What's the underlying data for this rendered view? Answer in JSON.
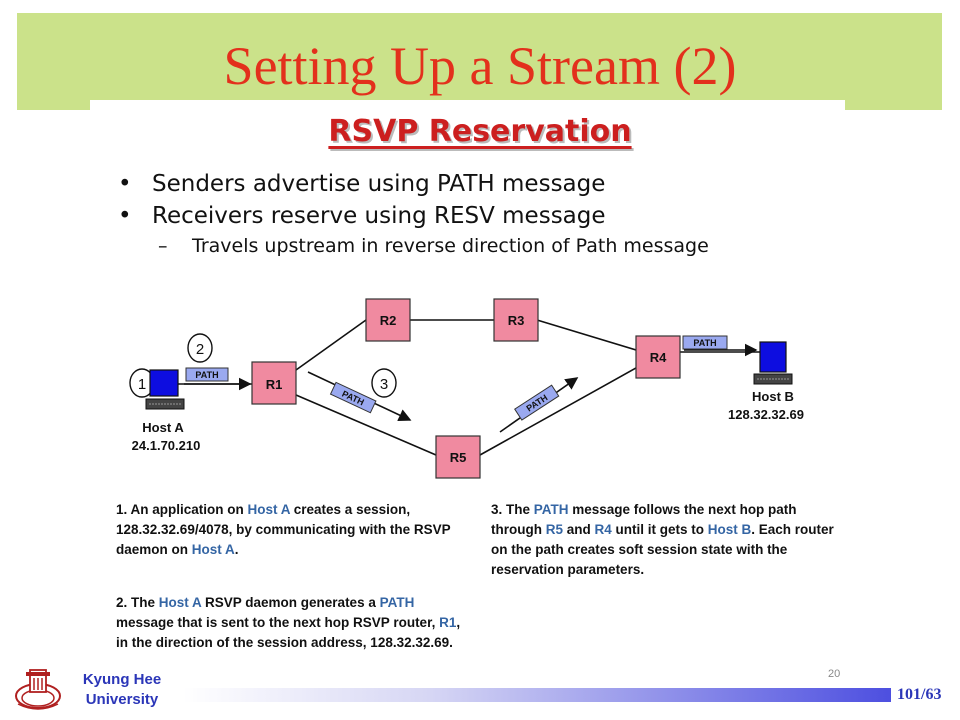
{
  "slide": {
    "title": "Setting Up a Stream (2)",
    "subtitle": "RSVP Reservation",
    "bullets": [
      "Senders advertise using PATH message",
      "Receivers reserve using RESV message"
    ],
    "sub_bullet": "Travels upstream in reverse direction of Path message"
  },
  "diagram": {
    "routers": [
      "R1",
      "R2",
      "R3",
      "R4",
      "R5"
    ],
    "path_label": "PATH",
    "host_a": {
      "name": "Host A",
      "ip": "24.1.70.210"
    },
    "host_b": {
      "name": "Host B",
      "ip": "128.32.32.69"
    },
    "markers": [
      "1",
      "2",
      "3"
    ],
    "colors": {
      "router": "#f08aa0",
      "path_label": "#9aa9f0",
      "screen": "#0d0de0"
    }
  },
  "steps": {
    "s1": {
      "a": "1. An application on ",
      "b": "Host A",
      "c": " creates a session, 128.32.32.69/4078, by communicating with the RSVP daemon on ",
      "d": "Host A",
      "e": "."
    },
    "s2": {
      "a": "2. The ",
      "b": "Host A",
      "c": " RSVP daemon generates a ",
      "d": "PATH",
      "e": " message that is sent to the next hop RSVP router, ",
      "f": "R1",
      "g": ", in the direction of the session address, 128.32.32.69."
    },
    "s3": {
      "a": "3. The ",
      "b": "PATH",
      "c": " message follows the next hop path through ",
      "d": "R5",
      "e": " and ",
      "f": "R4",
      "g": " until it gets to ",
      "h": "Host B",
      "i": ". Each router on the path creates soft session state with the reservation parameters."
    }
  },
  "footer": {
    "page_number": "20",
    "university_line1": "Kyung Hee",
    "university_line2": "University",
    "slide_number": "101/63"
  }
}
